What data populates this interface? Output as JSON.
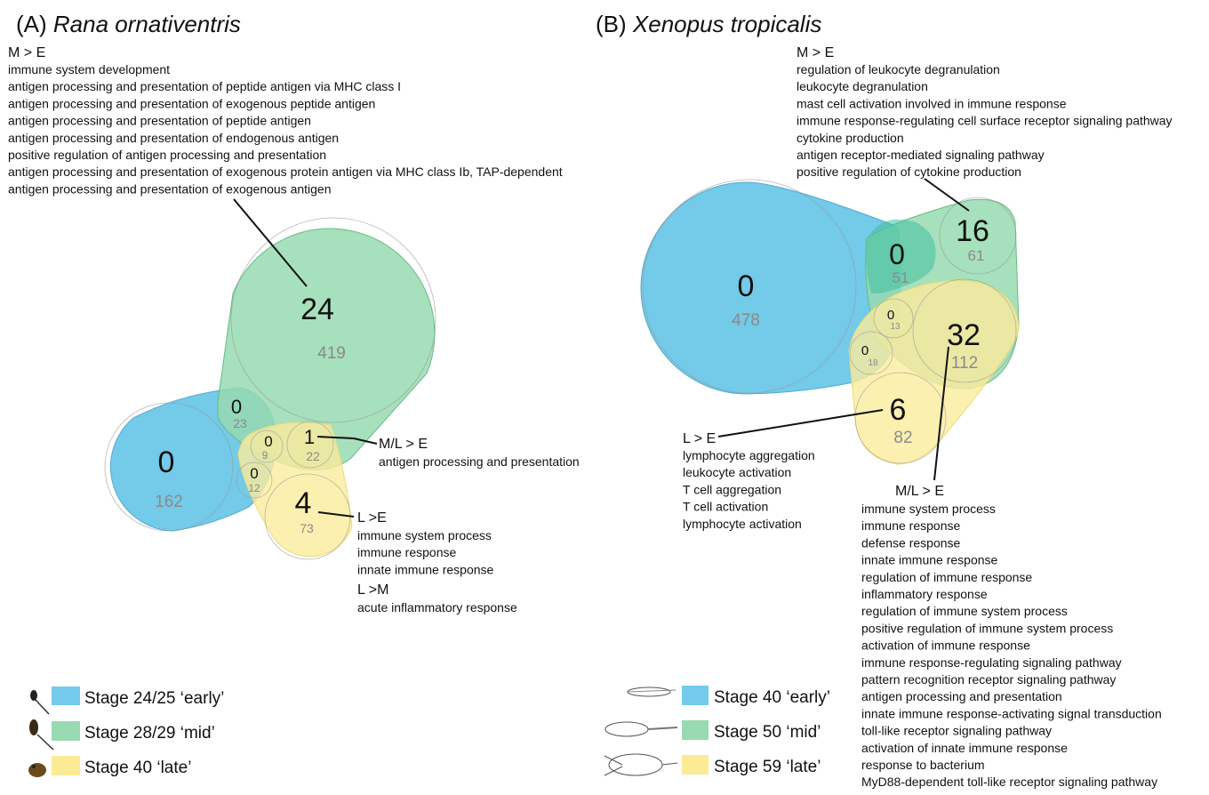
{
  "colors": {
    "early": "#5bc1e6",
    "mid": "#86d3a4",
    "late": "#fbe98c"
  },
  "panelA": {
    "label": "(A)",
    "species": "Rana ornativentris",
    "me_header": "M > E",
    "me_terms": [
      "immune system development",
      "antigen processing and presentation of peptide antigen via MHC class I",
      "antigen processing and presentation of exogenous peptide antigen",
      "antigen processing and presentation of peptide antigen",
      "antigen processing and presentation of endogenous antigen",
      "positive regulation of antigen processing and presentation",
      "antigen processing and presentation of exogenous protein antigen via MHC class Ib, TAP-dependent",
      "antigen processing and presentation of exogenous antigen"
    ],
    "mle_header": "M/L > E",
    "mle_terms": [
      "antigen processing and presentation"
    ],
    "le_header": "L >E",
    "le_terms": [
      "immune system process",
      "immune response",
      "innate immune response"
    ],
    "lm_header": "L >M",
    "lm_terms": [
      "acute inflammatory response"
    ],
    "venn": {
      "early_only": {
        "sig": "0",
        "total": "162"
      },
      "mid_only": {
        "sig": "24",
        "total": "419"
      },
      "early_mid": {
        "sig": "0",
        "total": "23"
      },
      "all_three": {
        "sig": "0",
        "total": "9"
      },
      "early_late": {
        "sig": "0",
        "total": "12"
      },
      "mid_late": {
        "sig": "1",
        "total": "22"
      },
      "late_only": {
        "sig": "4",
        "total": "73"
      }
    },
    "legend": [
      "Stage 24/25 ‘early’",
      "Stage 28/29 ‘mid’",
      "Stage 40 ‘late’"
    ]
  },
  "panelB": {
    "label": "(B)",
    "species": "Xenopus tropicalis",
    "me_header": "M > E",
    "me_terms": [
      "regulation of leukocyte degranulation",
      "leukocyte degranulation",
      "mast cell activation involved in immune response",
      "immune response-regulating cell surface receptor signaling pathway",
      "cytokine production",
      "antigen receptor-mediated signaling pathway",
      "positive regulation of cytokine production"
    ],
    "le_header": "L > E",
    "le_terms": [
      "lymphocyte aggregation",
      "leukocyte activation",
      "T cell aggregation",
      "T cell activation",
      "lymphocyte activation"
    ],
    "mle_header": "M/L > E",
    "mle_terms": [
      "immune system process",
      "immune response",
      "defense response",
      "innate immune response",
      "regulation of immune response",
      "inflammatory response",
      "regulation of immune system process",
      "positive regulation of immune system process",
      "activation of immune response",
      "immune response-regulating signaling pathway",
      "pattern recognition receptor signaling pathway",
      "antigen processing and presentation",
      "innate immune response-activating signal transduction",
      "toll-like receptor signaling pathway",
      "activation of innate immune response",
      "response to bacterium",
      "MyD88-dependent toll-like receptor signaling pathway"
    ],
    "venn": {
      "early_only": {
        "sig": "0",
        "total": "478"
      },
      "mid_only": {
        "sig": "16",
        "total": "61"
      },
      "early_mid": {
        "sig": "0",
        "total": "51"
      },
      "all_three": {
        "sig": "0",
        "total": "13"
      },
      "early_late": {
        "sig": "0",
        "total": "18"
      },
      "mid_late": {
        "sig": "32",
        "total": "112"
      },
      "late_only": {
        "sig": "6",
        "total": "82"
      }
    },
    "legend": [
      "Stage 40 ‘early’",
      "Stage 50 ‘mid’",
      "Stage 59 ‘late’"
    ]
  }
}
